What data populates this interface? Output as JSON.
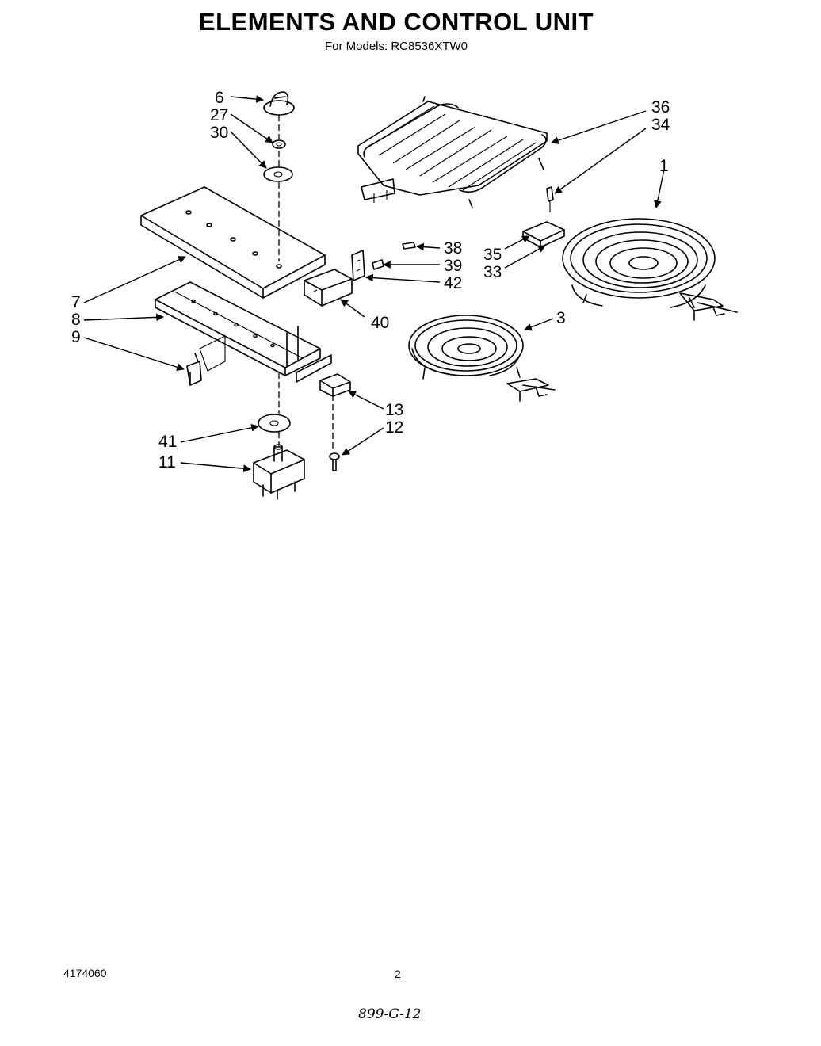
{
  "title": "ELEMENTS AND CONTROL UNIT",
  "subtitle": "For Models: RC8536XTW0",
  "callouts": {
    "c6": "6",
    "c27": "27",
    "c30": "30",
    "c36": "36",
    "c34": "34",
    "c1": "1",
    "c38": "38",
    "c35": "35",
    "c39": "39",
    "c33": "33",
    "c42": "42",
    "c7": "7",
    "c40": "40",
    "c8": "8",
    "c3": "3",
    "c9": "9",
    "c13": "13",
    "c12": "12",
    "c41": "41",
    "c11": "11"
  },
  "footer": {
    "part_number": "4174060",
    "page": "2",
    "code": "899-G-12"
  }
}
